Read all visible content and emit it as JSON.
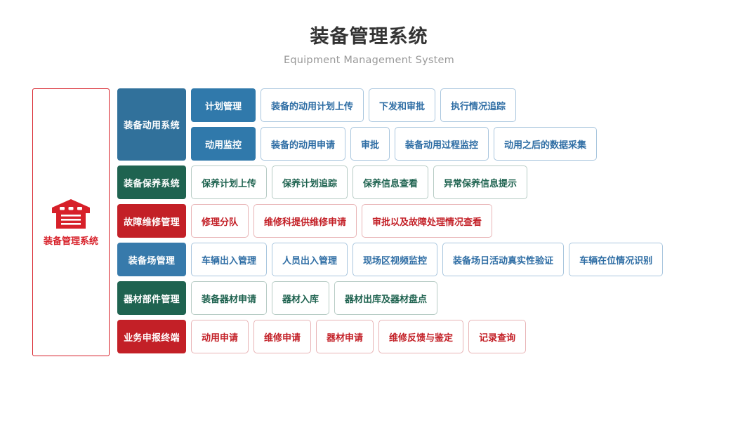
{
  "header": {
    "title": "装备管理系统",
    "subtitle": "Equipment Management System"
  },
  "root": {
    "label": "装备管理系统",
    "icon": "warehouse-icon",
    "border_color": "#d72029",
    "text_color": "#d72029"
  },
  "colors": {
    "blue": "#31719b",
    "blue_sub": "#3079ab",
    "green": "#1f6350",
    "red": "#c32027",
    "leaf_blue_border": "#a9c6de",
    "leaf_blue_text": "#2e6da4",
    "leaf_green_border": "#b7ccc5",
    "leaf_green_text": "#1f6350",
    "leaf_red_border": "#e8b4b6",
    "leaf_red_text": "#c32027"
  },
  "groups": [
    {
      "label": "装备动用系统",
      "theme": "blue",
      "layout": "stacked",
      "subgroups": [
        {
          "label": "计划管理",
          "items": [
            "装备的动用计划上传",
            "下发和审批",
            "执行情况追踪"
          ]
        },
        {
          "label": "动用监控",
          "items": [
            "装备的动用申请",
            "审批",
            "装备动用过程监控",
            "动用之后的数据采集"
          ]
        }
      ]
    },
    {
      "label": "装备保养系统",
      "theme": "green",
      "layout": "single",
      "items": [
        "保养计划上传",
        "保养计划追踪",
        "保养信息查看",
        "异常保养信息提示"
      ]
    },
    {
      "label": "故障维修管理",
      "theme": "red",
      "layout": "single",
      "items": [
        "修理分队",
        "维修科提供维修申请",
        "审批以及故障处理情况查看"
      ]
    },
    {
      "label": "装备场管理",
      "theme": "blue2",
      "layout": "single",
      "items": [
        "车辆出入管理",
        "人员出入管理",
        "现场区视频监控",
        "装备场日活动真实性验证",
        "车辆在位情况识别"
      ]
    },
    {
      "label": "器材部件管理",
      "theme": "green",
      "layout": "single",
      "items": [
        "装备器材申请",
        "器材入库",
        "器材出库及器材盘点"
      ]
    },
    {
      "label": "业务申报终端",
      "theme": "red",
      "layout": "single",
      "items": [
        "动用申请",
        "维修申请",
        "器材申请",
        "维修反馈与鉴定",
        "记录查询"
      ]
    }
  ]
}
